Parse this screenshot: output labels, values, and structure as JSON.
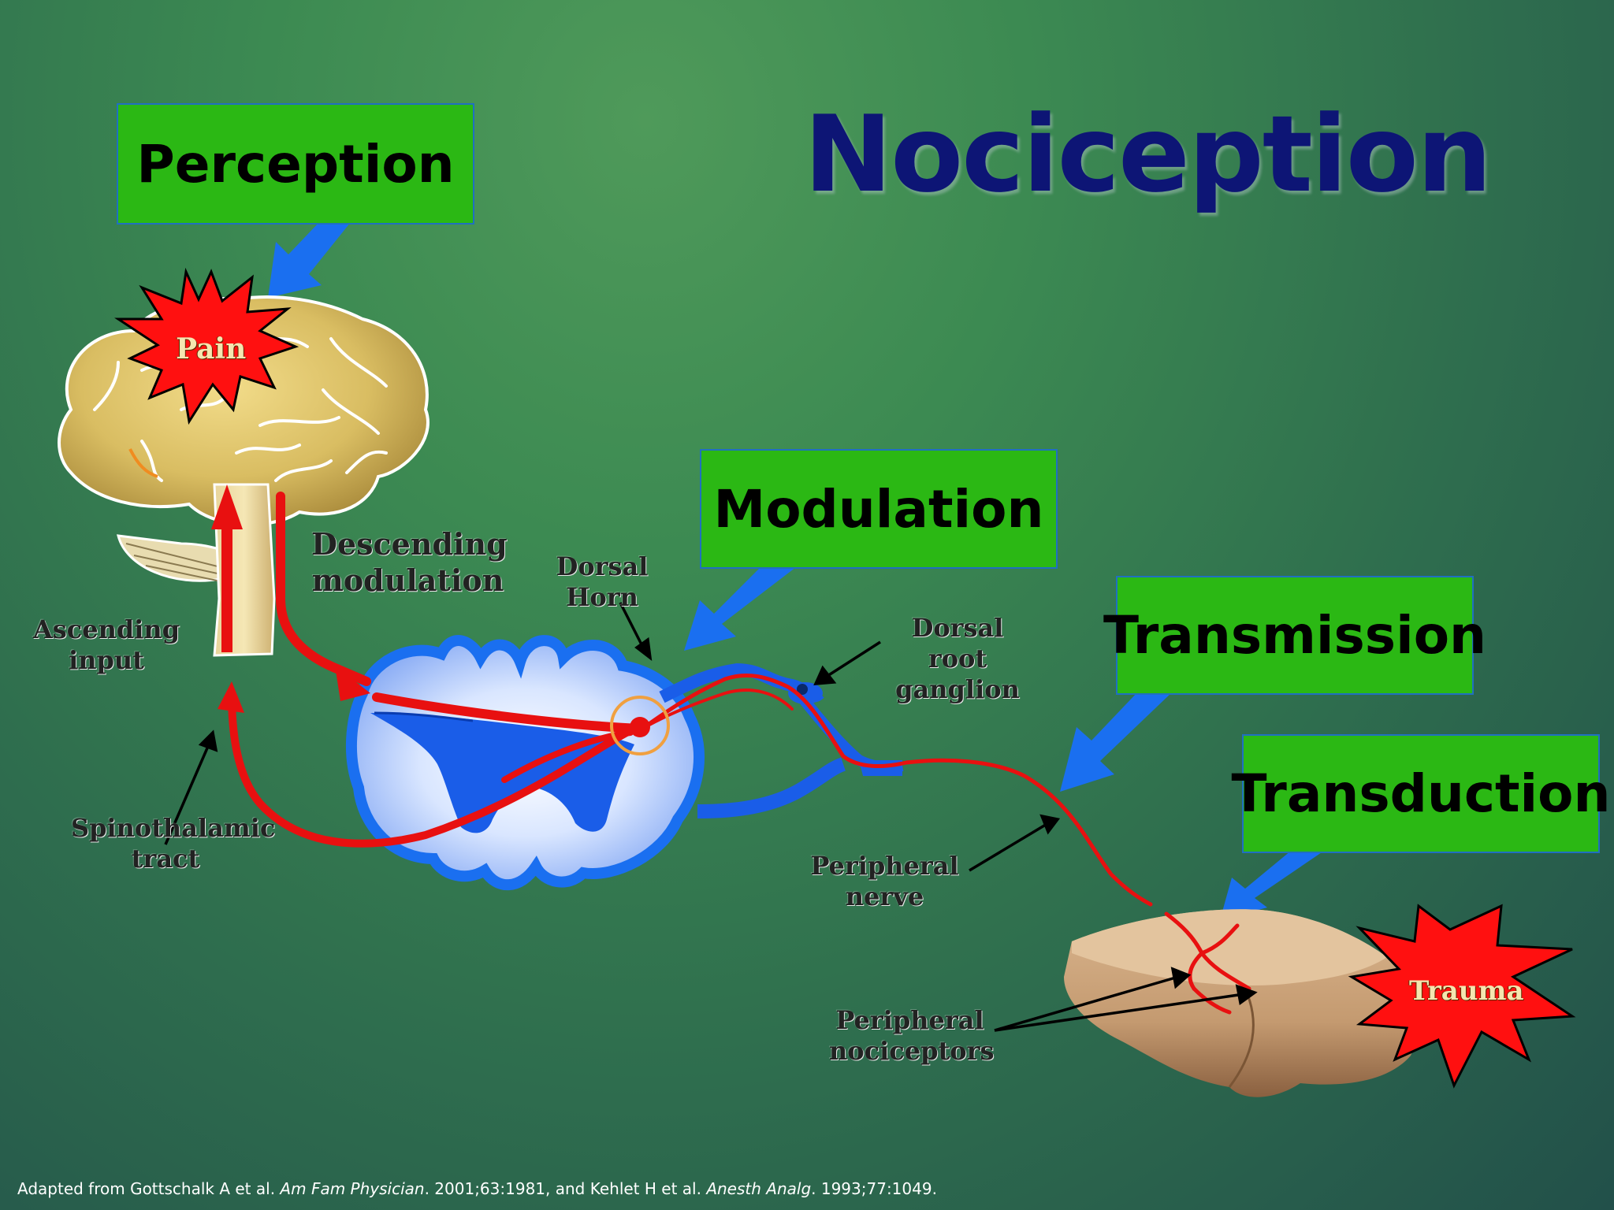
{
  "title": "Nociception",
  "stages": {
    "perception": "Perception",
    "modulation": "Modulation",
    "transmission": "Transmission",
    "transduction": "Transduction"
  },
  "bursts": {
    "pain": "Pain",
    "trauma": "Trauma"
  },
  "labels": {
    "descending_modulation": "Descending\nmodulation",
    "dorsal_horn": "Dorsal Horn",
    "dorsal_root_ganglion": "Dorsal root\nganglion",
    "ascending_input": "Ascending\ninput",
    "spinothalamic_tract": "Spinothalamic\ntract",
    "peripheral_nerve": "Peripheral\nnerve",
    "peripheral_nociceptors": "Peripheral\nnociceptors"
  },
  "citation": {
    "part1": "Adapted from Gottschalk A et al. ",
    "journal1": "Am Fam Physician",
    "part2": ". 2001;63:1981, and Kehlet H et al. ",
    "journal2": "Anesth Analg",
    "part3": ". 1993;77:1049."
  },
  "colors": {
    "stage_box": "#2bb814",
    "title": "#0d1575",
    "pathway": "#e81010",
    "big_arrow": "#1a6ff0",
    "spinal_cord": "#1a5de8"
  }
}
